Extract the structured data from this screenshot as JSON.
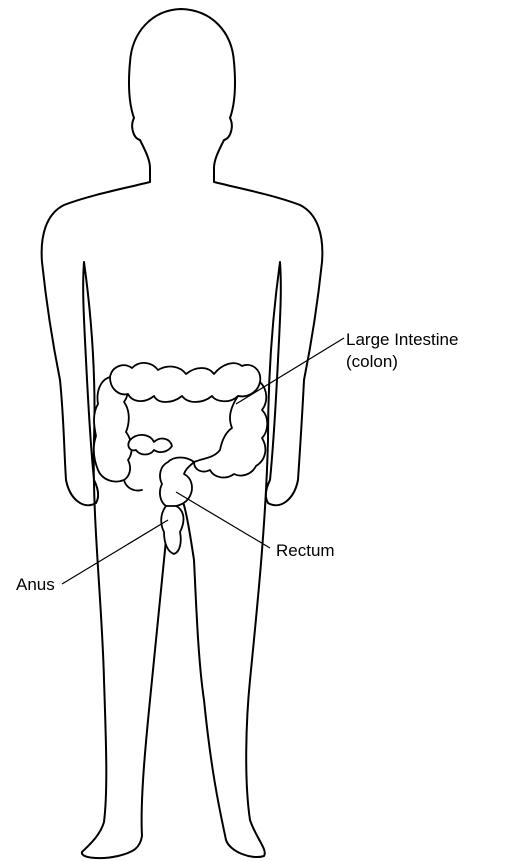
{
  "labels": {
    "large_intestine_line1": "Large Intestine",
    "large_intestine_line2": "(colon)",
    "rectum": "Rectum",
    "anus": "Anus"
  },
  "colors": {
    "line": "#000000",
    "background": "#ffffff"
  }
}
